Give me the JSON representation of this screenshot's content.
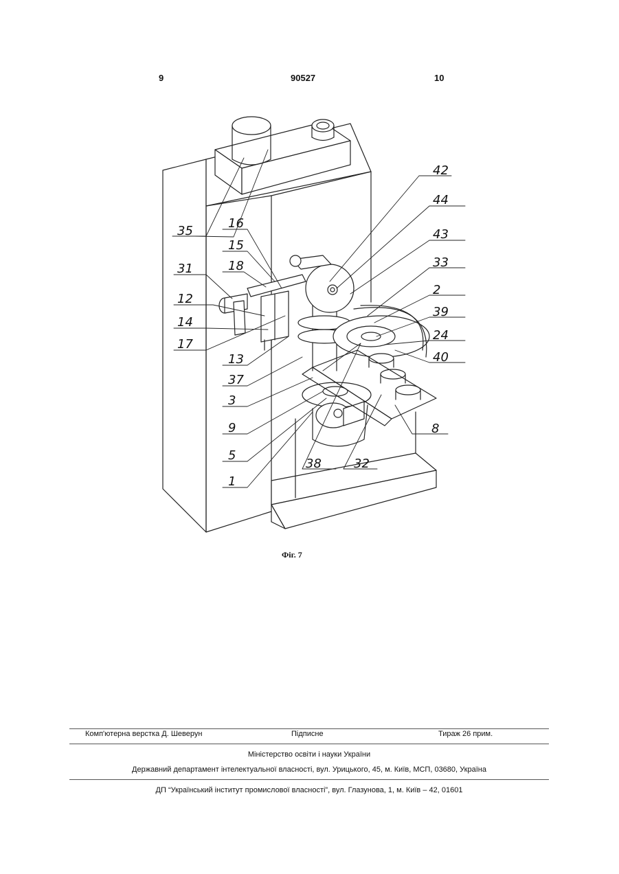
{
  "header": {
    "page_left": "9",
    "doc_number": "90527",
    "page_right": "10"
  },
  "figure": {
    "caption": "Фіг. 7",
    "labels": {
      "l42": "42",
      "l44": "44",
      "l43": "43",
      "l33": "33",
      "l2": "2",
      "l39": "39",
      "l24": "24",
      "l40": "40",
      "l8": "8",
      "l32": "32",
      "l38": "38",
      "l35": "35",
      "l16": "16",
      "l15": "15",
      "l18": "18",
      "l31": "31",
      "l12": "12",
      "l14": "14",
      "l17": "17",
      "l13": "13",
      "l37": "37",
      "l3": "3",
      "l9": "9",
      "l5": "5",
      "l1": "1"
    }
  },
  "imprint": {
    "layout": "Комп'ютерна верстка Д. Шеверун",
    "signed": "Підписне",
    "circulation": "Тираж 26 прим.",
    "ministry": "Міністерство освіти і науки України",
    "department": "Державний департамент інтелектуальної власності, вул. Урицького, 45, м. Київ, МСП, 03680, Україна",
    "institute": "ДП “Український інститут промислової власності”, вул. Глазунова, 1, м. Київ – 42, 01601"
  }
}
